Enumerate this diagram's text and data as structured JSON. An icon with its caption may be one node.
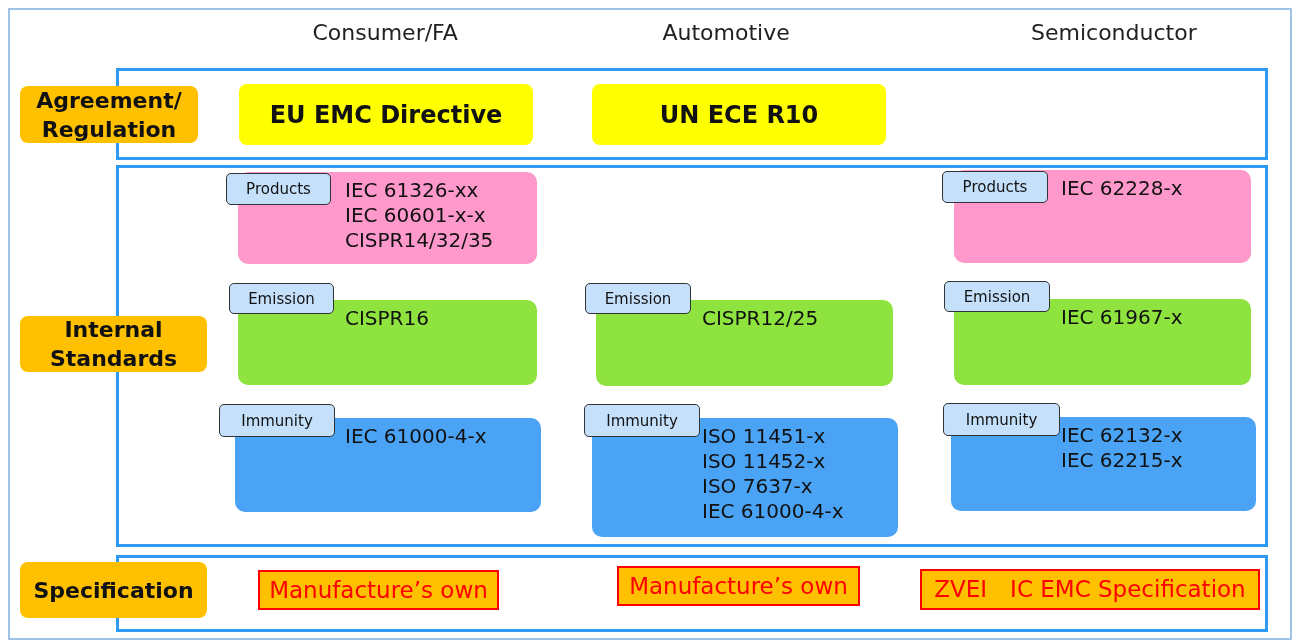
{
  "diagram": {
    "nodes": [
      {
        "text": [
          "Agreement/ Regulation"
        ]
      },
      {
        "text": [],
        "shape": "box"
      },
      {
        "text": [
          "EU EMC Directive"
        ],
        "in": 1
      },
      {
        "text": [
          "UN ECE R10"
        ],
        "in": 1
      },
      {
        "text": [
          "Internal Standards"
        ]
      },
      {
        "text": [],
        "shape": "box"
      },
      {
        "text": [
          "Products",
          "IEC 61326-xx",
          "IEC 60601-x-x",
          "CISPR14/32/35"
        ],
        "in": 5
      },
      {
        "text": [
          "Products",
          "IEC 62228-x"
        ],
        "in": 5
      },
      {
        "text": [
          "Emission",
          "CISPR16"
        ],
        "in": 5
      },
      {
        "text": [
          "Emission",
          "CISPR12/25"
        ],
        "in": 5
      },
      {
        "text": [
          "Emission",
          "IEC 61967-x"
        ],
        "in": 5
      },
      {
        "text": [
          "Immunity",
          "IEC 61000-4-x"
        ],
        "in": 5
      },
      {
        "text": [
          "Immunity",
          "ISO 11451-x",
          "ISO 11452-x",
          "ISO 7637-x",
          "IEC 61000-4-x"
        ],
        "in": 5
      },
      {
        "text": [
          "Immunity",
          "IEC 62132-x",
          "IEC 62215-x"
        ],
        "in": 5
      },
      {
        "text": [
          "Specification"
        ]
      },
      {
        "text": [],
        "shape": "box"
      },
      {
        "text": [
          "Manufacture’s own"
        ],
        "in": 15
      },
      {
        "text": [
          "Manufacture’s own"
        ],
        "in": 15
      },
      {
        "text": [
          "ZVEI　IC EMC Specification"
        ],
        "in": 15
      }
    ],
    "edges": [],
    "labels": [
      "Consumer/FA",
      "Automotive",
      "Semiconductor"
    ]
  }
}
